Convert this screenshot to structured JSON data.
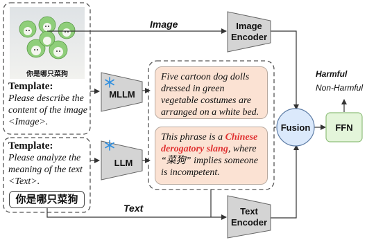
{
  "image_panel": {
    "caption": "你是哪只菜狗",
    "template_title": "Template:",
    "template_text": "Please describe the content of the image <Image>."
  },
  "text_panel": {
    "template_title": "Template:",
    "template_text": "Please analyze the meaning of the text <Text>.",
    "input_text": "你是哪只菜狗"
  },
  "flow_labels": {
    "image": "Image",
    "text": "Text"
  },
  "modules": {
    "mllm": "MLLM",
    "llm": "LLM",
    "image_encoder_line1": "Image",
    "image_encoder_line2": "Encoder",
    "text_encoder_line1": "Text",
    "text_encoder_line2": "Encoder",
    "fusion": "Fusion",
    "ffn": "FFN"
  },
  "outputs": {
    "mllm_description": "Five cartoon dog dolls dressed in green vegetable costumes are arranged on a white bed.",
    "llm_pre": "This phrase is a ",
    "llm_slang": "Chinese derogatory slang",
    "llm_post": ", where “菜狗” implies someone is incompetent."
  },
  "labels": {
    "harmful": "Harmful",
    "non_harmful": "Non-Harmful"
  },
  "colors": {
    "trapezoid_fill": "#d4d4d4",
    "description_fill": "#fbe2d3",
    "fusion_fill": "#dbe9fb",
    "ffn_fill": "#e4f5da",
    "slang_red": "#e03030",
    "snowflake_blue": "#2f8fe0"
  },
  "icons": [
    "snowflake-icon",
    "image-photo"
  ]
}
